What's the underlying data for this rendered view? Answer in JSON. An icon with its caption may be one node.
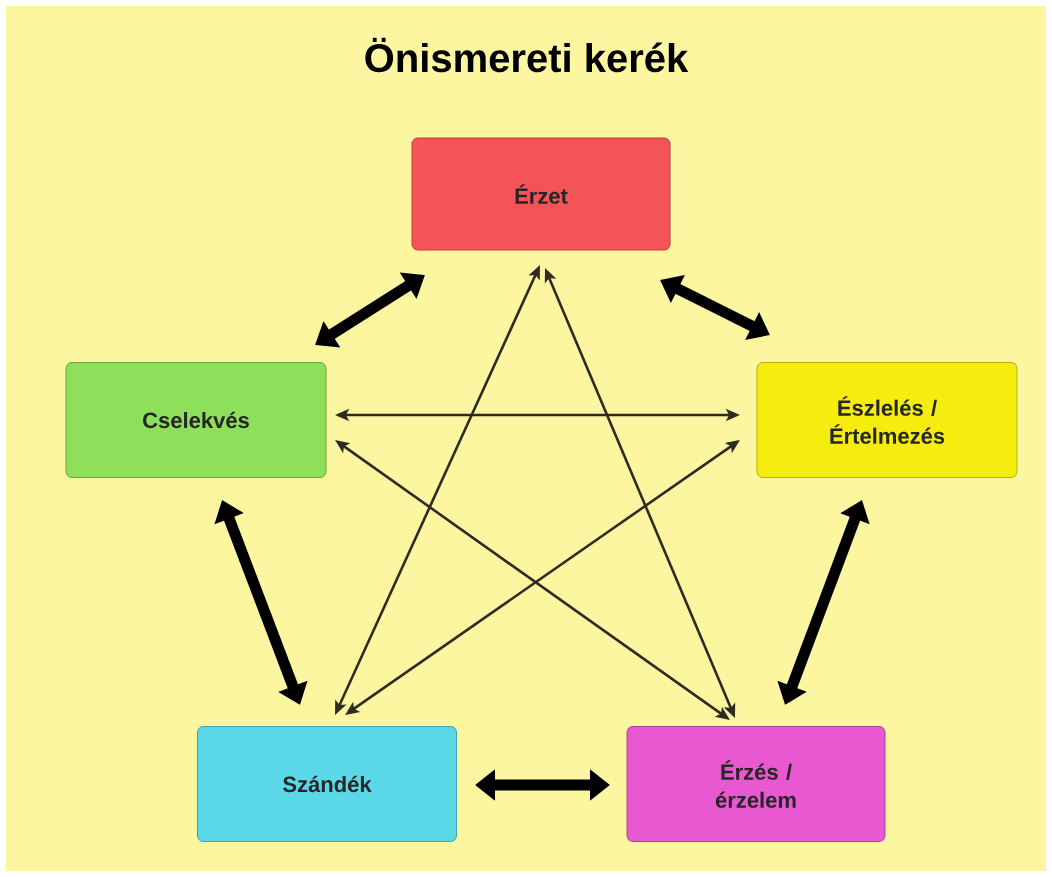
{
  "diagram": {
    "title": "Önismereti kerék",
    "nodes": [
      {
        "text": [
          "Érzet"
        ]
      },
      {
        "text": [
          "Cselekvés"
        ]
      },
      {
        "text": [
          "Észlelés / Értelmezés"
        ]
      },
      {
        "text": [
          "Szándék"
        ]
      },
      {
        "text": [
          "Érzés / érzelem"
        ]
      }
    ],
    "edges": [
      {
        "from": 0,
        "to": 1,
        "arrow": "both",
        "style": "thick"
      },
      {
        "from": 0,
        "to": 2,
        "arrow": "both",
        "style": "thick"
      },
      {
        "from": 1,
        "to": 3,
        "arrow": "both",
        "style": "thick"
      },
      {
        "from": 2,
        "to": 4,
        "arrow": "both",
        "style": "thick"
      },
      {
        "from": 3,
        "to": 4,
        "arrow": "both",
        "style": "thick"
      },
      {
        "from": 1,
        "to": 2,
        "arrow": "both"
      },
      {
        "from": 1,
        "to": 4,
        "arrow": "both"
      },
      {
        "from": 0,
        "to": 3,
        "arrow": "both"
      },
      {
        "from": 0,
        "to": 4,
        "arrow": "both"
      },
      {
        "from": 2,
        "to": 3,
        "arrow": "both"
      }
    ]
  }
}
